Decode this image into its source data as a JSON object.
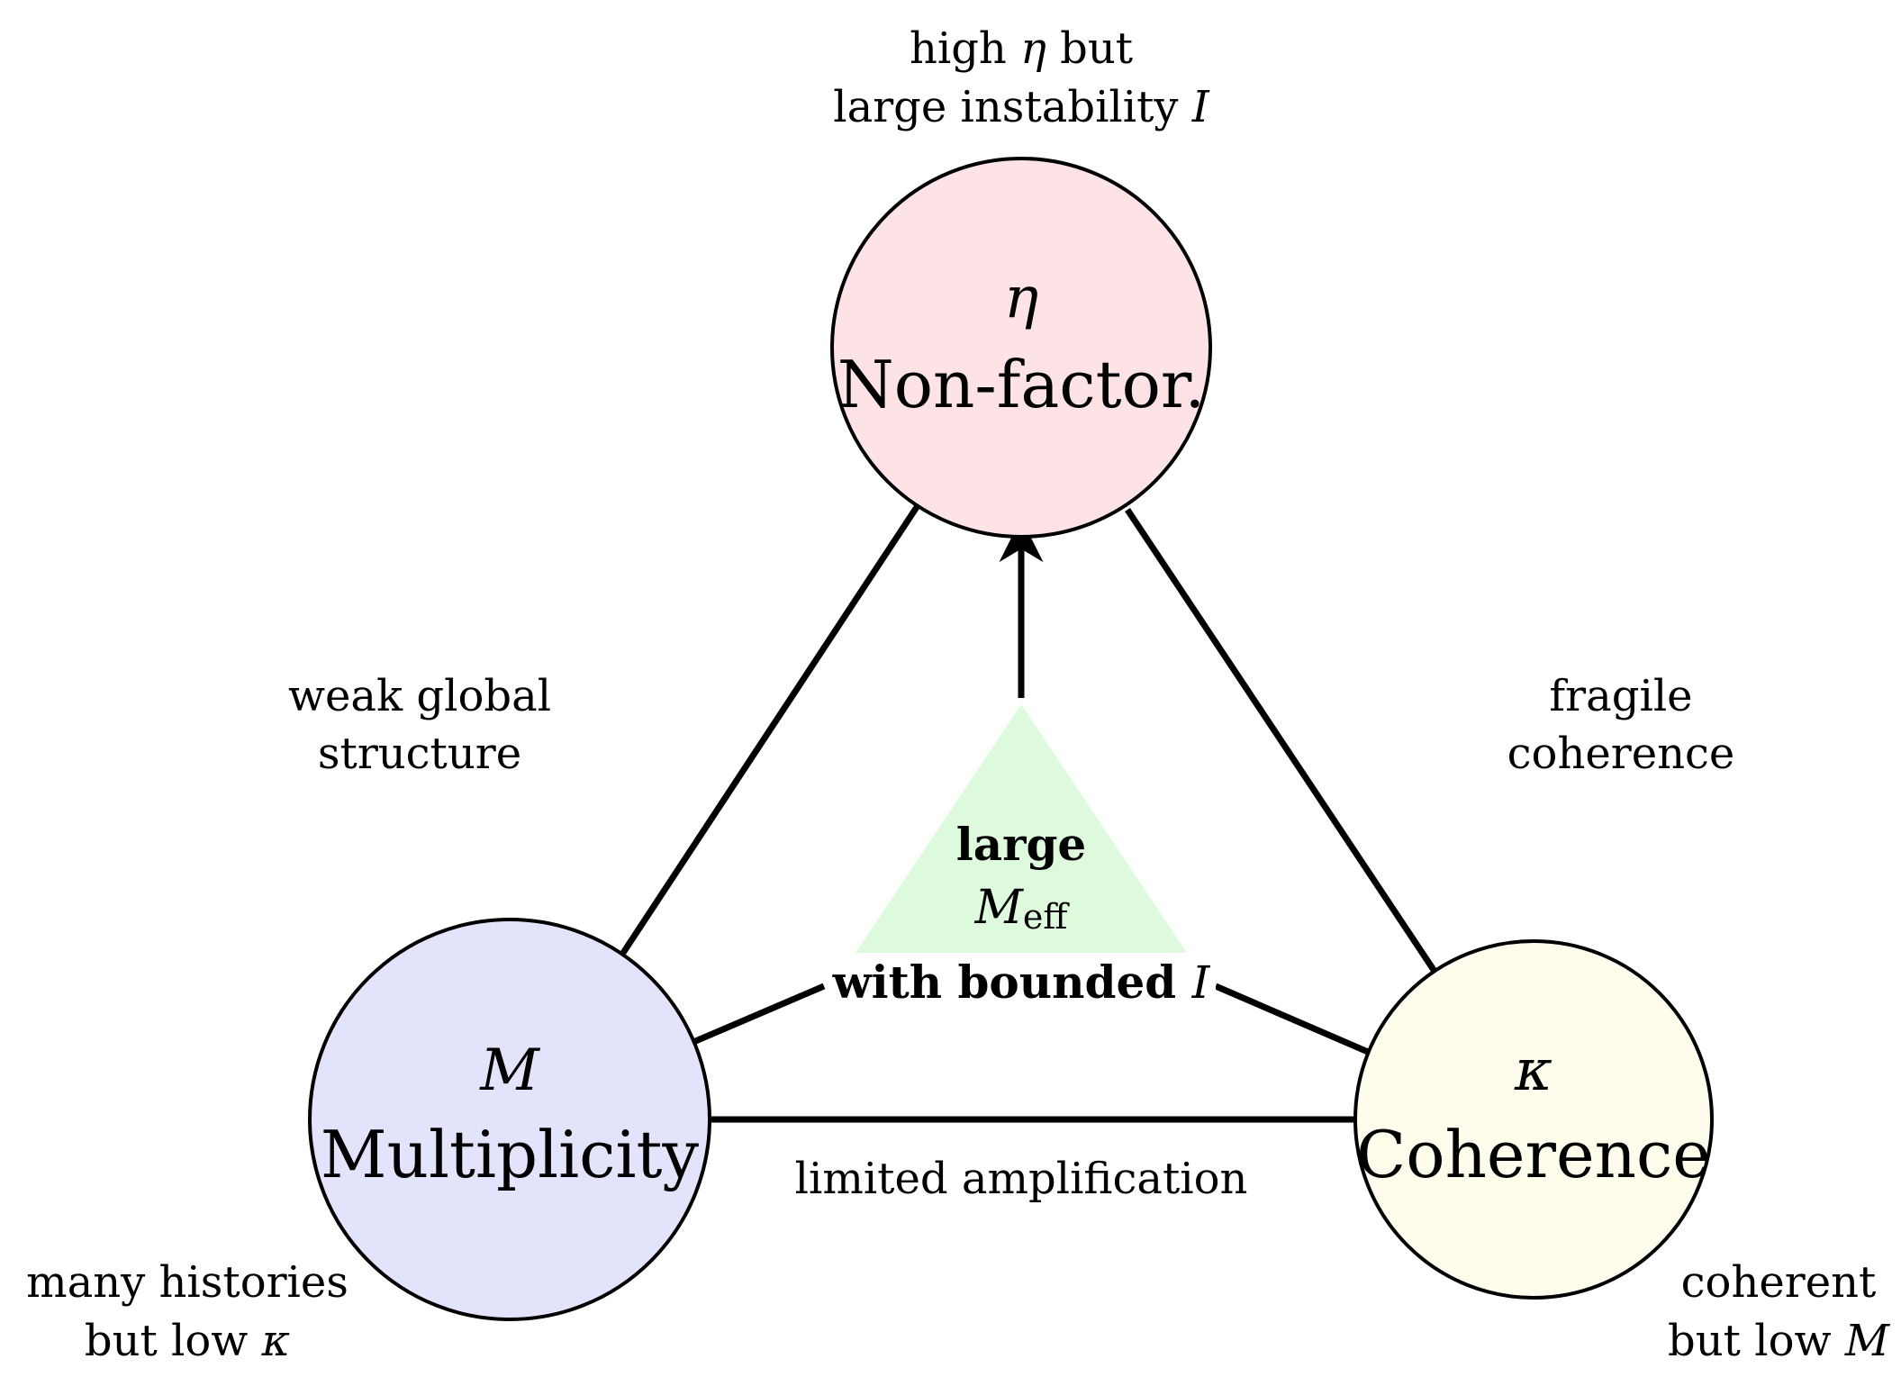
{
  "nodes": {
    "top": {
      "symbol": "η",
      "name": "Non-factor.",
      "fill": "#fde3e6"
    },
    "left": {
      "symbol": "M",
      "name": "Multiplicity",
      "fill": "#e3e4fc"
    },
    "right": {
      "symbol": "κ",
      "name": "Coherence",
      "fill": "#fefdec"
    }
  },
  "center": {
    "line1": "large",
    "meff_main": "M",
    "meff_sub": "eff",
    "line3": "with bounded",
    "line3_var": "I",
    "fill": "#ddfbdc"
  },
  "labels": {
    "top_line1_pre": "high ",
    "top_line1_sym": "η",
    "top_line1_post": " but",
    "top_line2_pre": "large instability ",
    "top_line2_sym": "I",
    "left_edge_line1": "weak global",
    "left_edge_line2": "structure",
    "right_edge_line1": "fragile",
    "right_edge_line2": "coherence",
    "bottom_edge": "limited amplification",
    "left_corner_line1": "many histories",
    "left_corner_line2_pre": "but low ",
    "left_corner_line2_sym": "κ",
    "right_corner_line1": "coherent",
    "right_corner_line2_pre": "but low ",
    "right_corner_line2_sym": "M"
  }
}
